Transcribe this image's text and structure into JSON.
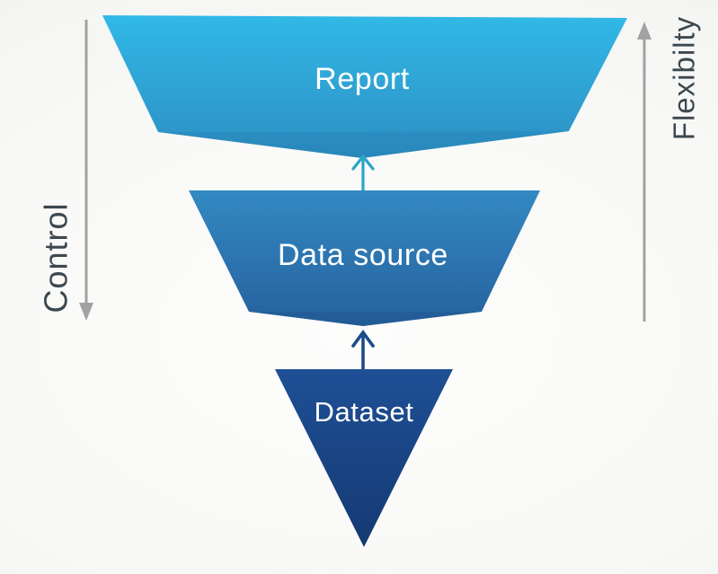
{
  "funnel": {
    "layers": [
      {
        "label": "Report",
        "color_top": "#31b9e6",
        "color_bottom": "#2d8ec3"
      },
      {
        "label": "Data source",
        "color_top": "#3389c2",
        "color_bottom": "#26619e"
      },
      {
        "label": "Dataset",
        "color_top": "#1e4f95",
        "color_bottom": "#153a73"
      }
    ],
    "connectors": [
      {
        "name": "datasource-to-report",
        "color": "#2ba4c9",
        "direction": "up"
      },
      {
        "name": "dataset-to-datasource",
        "color": "#1c4c8c",
        "direction": "up"
      }
    ]
  },
  "axes": {
    "left": {
      "label": "Control",
      "direction": "down"
    },
    "right": {
      "label": "Flexibilty",
      "direction": "up"
    },
    "line_color": "#a2a2a2",
    "label_color": "#3c4850"
  },
  "text_color": "#ffffff",
  "background": "#f6f6f4"
}
